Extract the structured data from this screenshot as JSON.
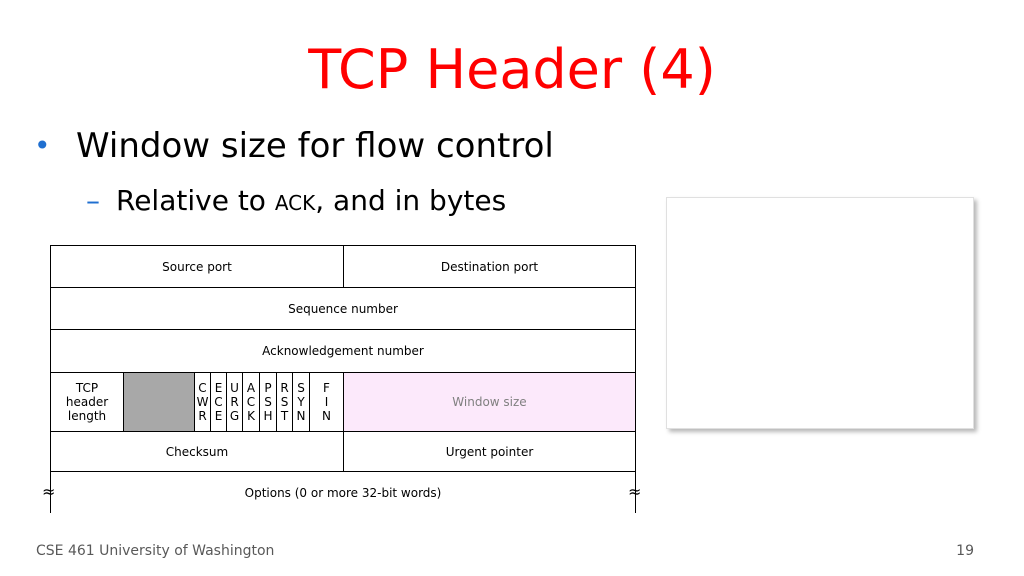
{
  "slide": {
    "title": "TCP Header (4)",
    "bullet": "Window size for flow control",
    "sub_bullet_pre": "Relative to ",
    "sub_bullet_ack": "ACK",
    "sub_bullet_post": ", and in bytes",
    "bullet_symbol": "•",
    "sub_bullet_symbol": "–",
    "accent_color": "#ff0000",
    "bullet_color": "#1f6fd0"
  },
  "header_diagram": {
    "source_port": "Source port",
    "destination_port": "Destination port",
    "sequence_number": "Sequence number",
    "acknowledgement_number": "Acknowledgement number",
    "tcp_header_length": [
      "TCP",
      "header",
      "length"
    ],
    "flags": [
      [
        "C",
        "W",
        "R"
      ],
      [
        "E",
        "C",
        "E"
      ],
      [
        "U",
        "R",
        "G"
      ],
      [
        "A",
        "C",
        "K"
      ],
      [
        "P",
        "S",
        "H"
      ],
      [
        "R",
        "S",
        "T"
      ],
      [
        "S",
        "Y",
        "N"
      ],
      [
        "F",
        "I",
        "N"
      ]
    ],
    "window_size": "Window size",
    "checksum": "Checksum",
    "urgent_pointer": "Urgent pointer",
    "options": "Options (0 or more 32-bit words)",
    "highlight_color": "#fce9fb",
    "reserved_color": "#a8a8a8"
  },
  "footer": {
    "course": "CSE 461 University of Washington",
    "page_number": "19"
  }
}
